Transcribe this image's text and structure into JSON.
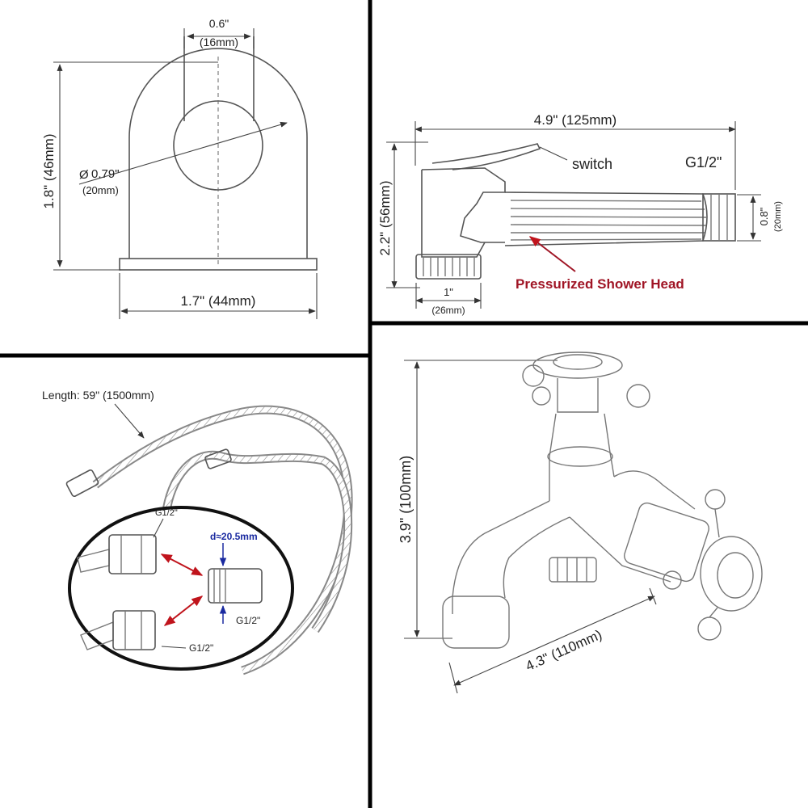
{
  "panels": {
    "mount_block": {
      "top_width_in": "0.6\"",
      "top_width_mm": "(16mm)",
      "hole_dia_in": "0.79\"",
      "hole_dia_mm": "(20mm)",
      "height": "1.8\" (46mm)",
      "base_width": "1.7\" (44mm)"
    },
    "sprayer": {
      "length": "4.9\" (125mm)",
      "switch_label": "switch",
      "thread_label": "G1/2\"",
      "height": "2.2\" (56mm)",
      "thread_dia_in": "0.8\"",
      "thread_dia_mm": "(20mm)",
      "nozzle_in": "1\"",
      "nozzle_mm": "(26mm)",
      "callout": "Pressurized Shower Head"
    },
    "hose": {
      "length": "Length: 59\" (1500mm)",
      "top_fitting": "G1/2\"",
      "adapter_dia": "d≈20.5mm",
      "adapter_thread": "G1/2\"",
      "bottom_fitting": "G1/2\""
    },
    "faucet": {
      "height": "3.9\" (100mm)",
      "depth": "4.3\" (110mm)"
    }
  },
  "colors": {
    "divider": "#000000",
    "callout_red": "#a01525",
    "adapter_blue": "#1a2aa0",
    "arrow_red": "#c0141c"
  }
}
